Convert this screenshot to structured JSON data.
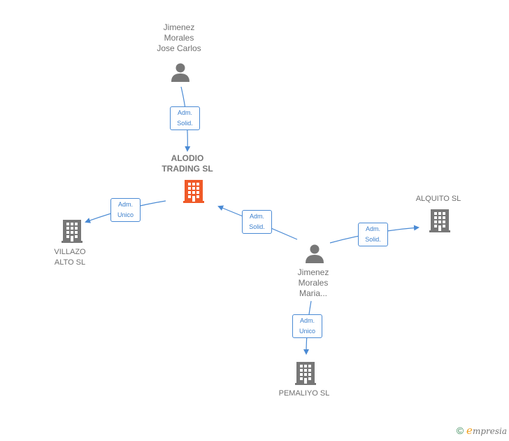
{
  "nodes": {
    "person_jose": {
      "lines": [
        "Jimenez",
        "Morales",
        "Jose Carlos"
      ],
      "type": "person"
    },
    "person_maria": {
      "lines": [
        "Jimenez",
        "Morales",
        "Maria..."
      ],
      "type": "person"
    },
    "alodio": {
      "lines": [
        "ALODIO",
        "TRADING SL"
      ],
      "type": "company",
      "highlight": true
    },
    "villazo": {
      "lines": [
        "VILLAZO",
        "ALTO SL"
      ],
      "type": "company"
    },
    "alquito": {
      "lines": [
        "ALQUITO SL"
      ],
      "type": "company"
    },
    "pemaliyo": {
      "lines": [
        "PEMALIYO SL"
      ],
      "type": "company"
    }
  },
  "relations": {
    "jose_alodio": [
      "Adm.",
      "Solid."
    ],
    "alodio_villazo": [
      "Adm.",
      "Unico"
    ],
    "maria_alodio": [
      "Adm.",
      "Solid."
    ],
    "maria_alquito": [
      "Adm.",
      "Solid."
    ],
    "maria_pemaliyo": [
      "Adm.",
      "Unico"
    ]
  },
  "colors": {
    "link": "#4a8ad4",
    "person_icon": "#777777",
    "company_icon": "#777777",
    "company_highlight": "#f05a28"
  },
  "footer": {
    "copyright": "©",
    "brand_initial": "e",
    "brand_rest": "mpresia"
  }
}
